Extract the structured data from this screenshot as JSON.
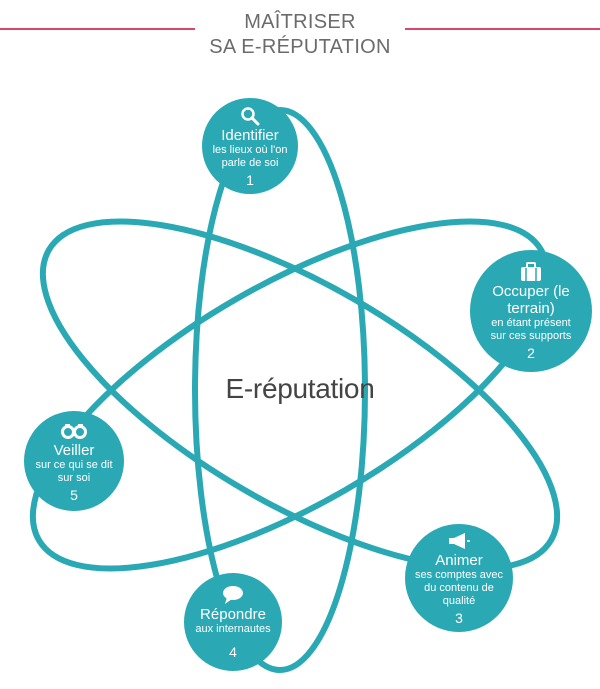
{
  "theme": {
    "accent": "#d9486b",
    "teal": "#2aa9b5",
    "node_fill": "#2aa9b5",
    "title_color": "#6b6b6b",
    "center_color": "#444444"
  },
  "header": {
    "title_line1": "MAÎTRISER",
    "title_line2": "SA E-RÉPUTATION"
  },
  "center": {
    "label": "E-réputation"
  },
  "nodes": [
    {
      "name": "Identifier",
      "desc": "les lieux où l'on parle de soi",
      "num": "1",
      "icon": "search-icon"
    },
    {
      "name": "Occuper (le terrain)",
      "desc": "en étant présent sur ces supports",
      "num": "2",
      "icon": "briefcase-icon"
    },
    {
      "name": "Animer",
      "desc": "ses comptes avec du contenu de qualité",
      "num": "3",
      "icon": "megaphone-icon"
    },
    {
      "name": "Répondre",
      "desc": "aux internautes",
      "num": "4",
      "icon": "speech-bubble-icon"
    },
    {
      "name": "Veiller",
      "desc": "sur ce qui se dit sur soi",
      "num": "5",
      "icon": "binoculars-icon"
    }
  ]
}
